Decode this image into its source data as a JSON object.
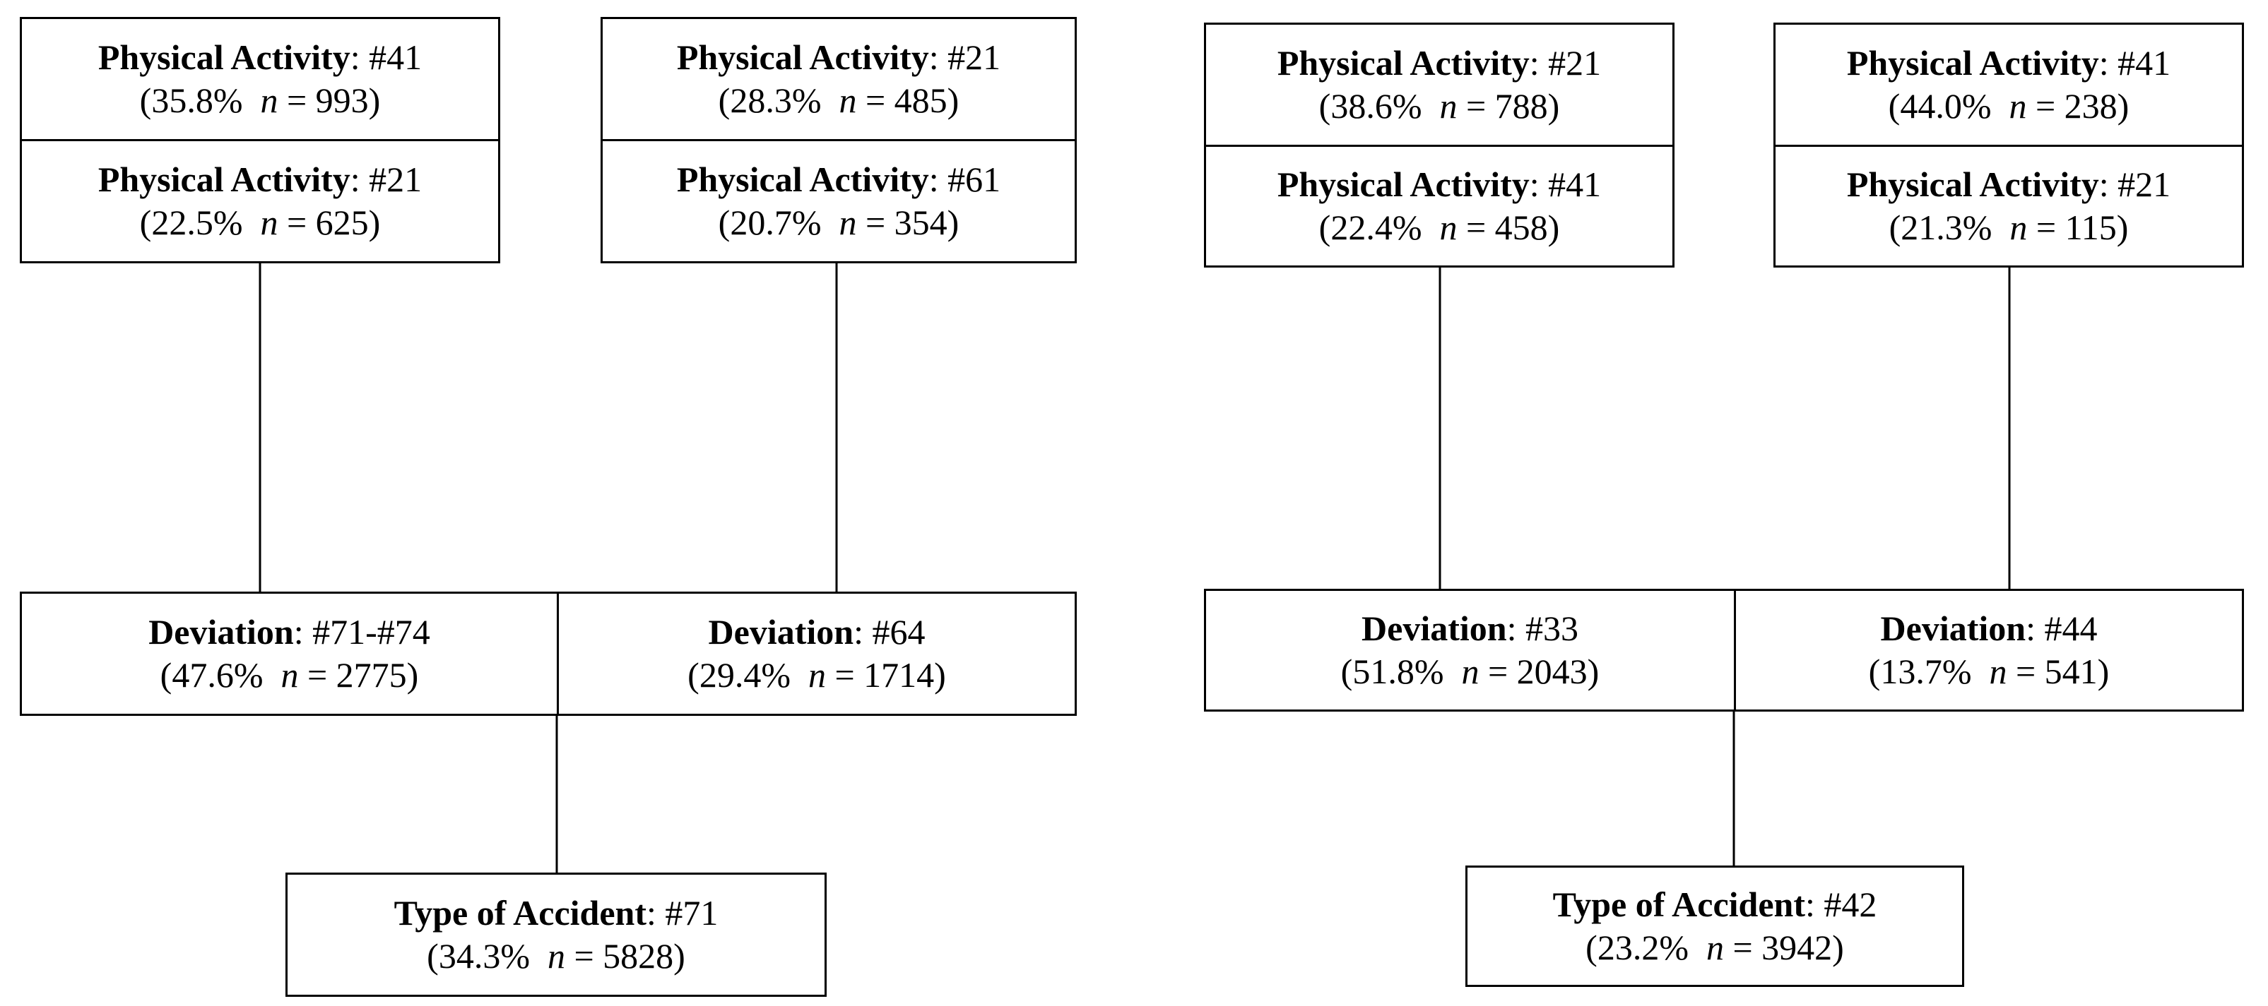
{
  "trees": [
    {
      "top": [
        {
          "upper": {
            "label": "Physical Activity",
            "code": "#41",
            "pct": "35.8%",
            "n": "993"
          },
          "lower": {
            "label": "Physical Activity",
            "code": "#21",
            "pct": "22.5%",
            "n": "625"
          }
        },
        {
          "upper": {
            "label": "Physical Activity",
            "code": "#21",
            "pct": "28.3%",
            "n": "485"
          },
          "lower": {
            "label": "Physical Activity",
            "code": "#61",
            "pct": "20.7%",
            "n": "354"
          }
        }
      ],
      "deviations": [
        {
          "label": "Deviation",
          "code": "#71-#74",
          "pct": "47.6%",
          "n": "2775"
        },
        {
          "label": "Deviation",
          "code": "#64",
          "pct": "29.4%",
          "n": "1714"
        }
      ],
      "accident": {
        "label": "Type of Accident",
        "code": "#71",
        "pct": "34.3%",
        "n": "5828"
      }
    },
    {
      "top": [
        {
          "upper": {
            "label": "Physical Activity",
            "code": "#21",
            "pct": "38.6%",
            "n": "788"
          },
          "lower": {
            "label": "Physical Activity",
            "code": "#41",
            "pct": "22.4%",
            "n": "458"
          }
        },
        {
          "upper": {
            "label": "Physical Activity",
            "code": "#41",
            "pct": "44.0%",
            "n": "238"
          },
          "lower": {
            "label": "Physical Activity",
            "code": "#21",
            "pct": "21.3%",
            "n": "115"
          }
        }
      ],
      "deviations": [
        {
          "label": "Deviation",
          "code": "#33",
          "pct": "51.8%",
          "n": "2043"
        },
        {
          "label": "Deviation",
          "code": "#44",
          "pct": "13.7%",
          "n": "541"
        }
      ],
      "accident": {
        "label": "Type of Accident",
        "code": "#42",
        "pct": "23.2%",
        "n": "3942"
      }
    }
  ]
}
